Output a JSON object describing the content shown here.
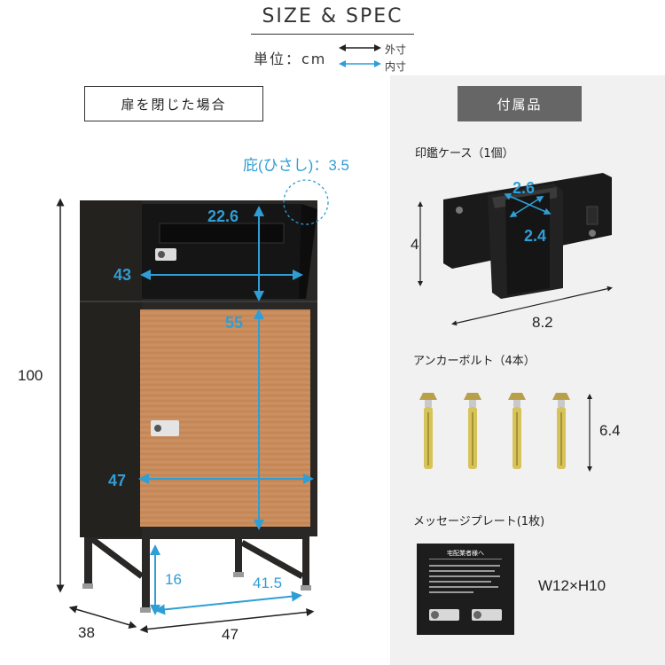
{
  "header": {
    "title": "SIZE & SPEC",
    "unit_label": "単位：cm",
    "legend_outer": "外寸",
    "legend_inner": "内寸"
  },
  "closed_label": "扉を閉じた場合",
  "accessories": {
    "tag": "付属品",
    "seal_case": {
      "label": "印鑑ケース（1個）",
      "dim_height": "4",
      "dim_width": "8.2",
      "dim_inner_a": "2.6",
      "dim_inner_b": "2.4"
    },
    "anchor_bolts": {
      "label": "アンカーボルト（4本）",
      "dim_length": "6.4"
    },
    "message_plate": {
      "label": "メッセージプレート(1枚)",
      "plate_title": "宅配業者様へ",
      "size": "W12×H10"
    }
  },
  "product": {
    "eave_label": "庇(ひさし)：3.5",
    "dims_inner": {
      "top_depth": "22.6",
      "top_width": "43",
      "cabinet_height": "55",
      "cabinet_width": "47",
      "leg_height": "16",
      "leg_span": "41.5"
    },
    "dims_outer": {
      "height": "100",
      "depth": "38",
      "width": "47"
    }
  },
  "colors": {
    "accent_blue": "#2f9ed6",
    "body_dark": "#2a2826",
    "wood": "#c98c5c",
    "panel_gray": "#f1f1f1",
    "tag_gray": "#666666"
  }
}
